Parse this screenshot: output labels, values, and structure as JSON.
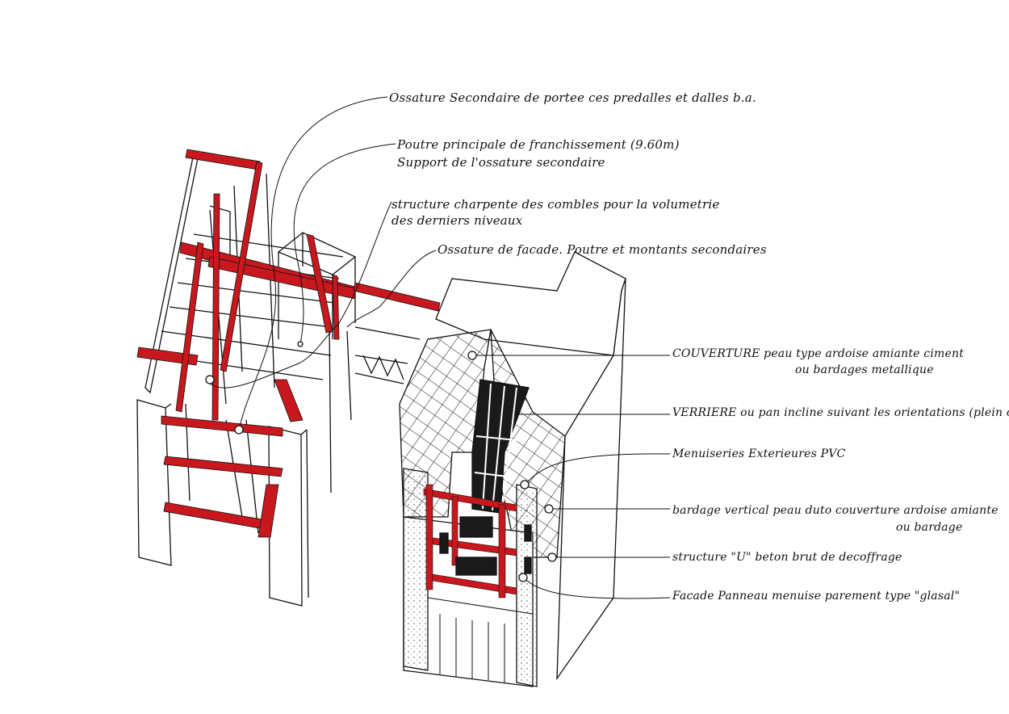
{
  "annotations": {
    "ossature_secondaire": "Ossature Secondaire de portee ces predalles et dalles b.a.",
    "poutre_principale_1": "Poutre principale de franchissement (9.60m)",
    "poutre_principale_2": "Support de l'ossature secondaire",
    "charpente_1": "structure charpente des combles pour la volumetrie",
    "charpente_2": "des derniers niveaux",
    "ossature_facade": "Ossature de facade. Poutre et montants secondaires",
    "couverture_1": "COUVERTURE   peau type ardoise amiante ciment",
    "couverture_2": "ou bardages metallique",
    "verriere": "VERRIERE ou pan incline suivant les orientations (plein ou vitre)",
    "menuiseries": "Menuiseries Exterieures PVC",
    "bardage_1": "bardage vertical  peau duto couverture   ardoise amiante",
    "bardage_2": "ou bardage",
    "structure_u": "structure \"U\" beton  brut de decoffrage",
    "facade_panneau": "Facade Panneau menuise  parement type \"glasal\""
  },
  "colors": {
    "structure_red": "#c8181e",
    "ink": "#111111",
    "glass": "#1a1a1a",
    "paper": "#ffffff"
  }
}
